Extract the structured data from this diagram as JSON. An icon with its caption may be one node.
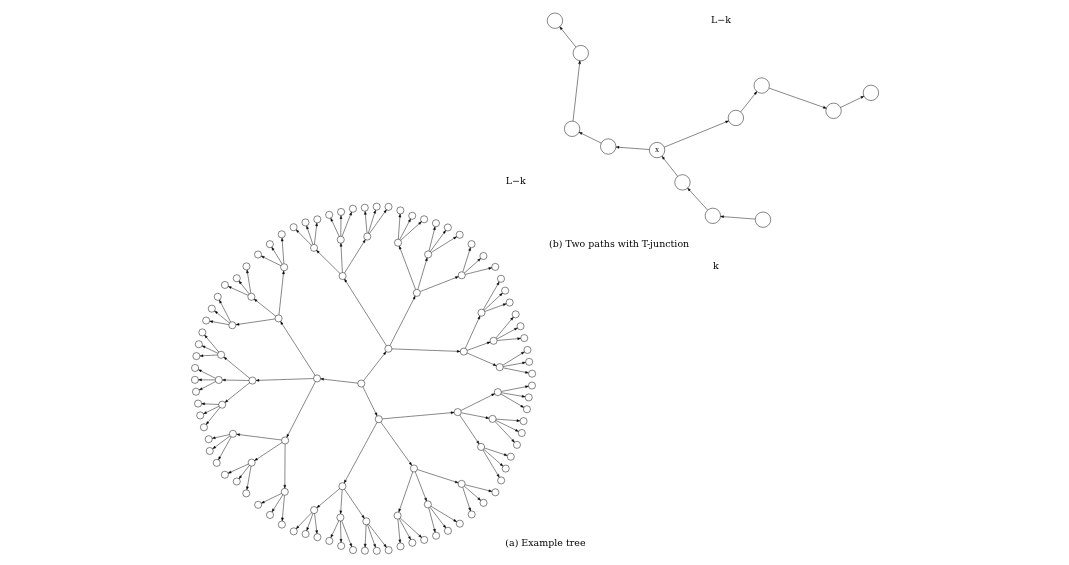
{
  "diagram": {
    "nodes": [
      {
        "text": [],
        "shape": "circle"
      },
      {
        "text": [],
        "shape": "circle"
      },
      {
        "text": [],
        "shape": "circle"
      },
      {
        "text": [],
        "shape": "circle"
      },
      {
        "text": [],
        "shape": "circle"
      },
      {
        "text": [],
        "shape": "circle"
      },
      {
        "text": [],
        "shape": "circle"
      },
      {
        "text": [],
        "shape": "circle"
      },
      {
        "text": [],
        "shape": "circle"
      },
      {
        "text": [],
        "shape": "circle"
      },
      {
        "text": [],
        "shape": "circle"
      },
      {
        "text": [],
        "shape": "circle"
      },
      {
        "text": [],
        "shape": "circle"
      },
      {
        "text": [],
        "shape": "circle"
      },
      {
        "text": [],
        "shape": "circle"
      },
      {
        "text": [],
        "shape": "circle"
      },
      {
        "text": [],
        "shape": "circle"
      },
      {
        "text": [],
        "shape": "circle"
      },
      {
        "text": [],
        "shape": "circle"
      },
      {
        "text": [],
        "shape": "circle"
      },
      {
        "text": [],
        "shape": "circle"
      },
      {
        "text": [],
        "shape": "circle"
      },
      {
        "text": [],
        "shape": "circle"
      },
      {
        "text": [],
        "shape": "circle"
      },
      {
        "text": [],
        "shape": "circle"
      },
      {
        "text": [],
        "shape": "circle"
      },
      {
        "text": [],
        "shape": "circle"
      },
      {
        "text": [],
        "shape": "circle"
      },
      {
        "text": [],
        "shape": "circle"
      },
      {
        "text": [],
        "shape": "circle"
      },
      {
        "text": [],
        "shape": "circle"
      },
      {
        "text": [],
        "shape": "circle"
      },
      {
        "text": [],
        "shape": "circle"
      },
      {
        "text": [],
        "shape": "circle"
      },
      {
        "text": [],
        "shape": "circle"
      },
      {
        "text": [],
        "shape": "circle"
      },
      {
        "text": [],
        "shape": "circle"
      },
      {
        "text": [],
        "shape": "circle"
      },
      {
        "text": [],
        "shape": "circle"
      },
      {
        "text": [],
        "shape": "circle"
      },
      {
        "text": [],
        "shape": "circle"
      },
      {
        "text": [],
        "shape": "circle"
      },
      {
        "text": [],
        "shape": "circle"
      },
      {
        "text": [],
        "shape": "circle"
      },
      {
        "text": [],
        "shape": "circle"
      },
      {
        "text": [],
        "shape": "circle"
      },
      {
        "text": [],
        "shape": "circle"
      },
      {
        "text": [],
        "shape": "circle"
      },
      {
        "text": [],
        "shape": "circle"
      },
      {
        "text": [],
        "shape": "circle"
      },
      {
        "text": [],
        "shape": "circle"
      },
      {
        "text": [],
        "shape": "circle"
      },
      {
        "text": [],
        "shape": "circle"
      },
      {
        "text": [],
        "shape": "circle"
      },
      {
        "text": [],
        "shape": "circle"
      },
      {
        "text": [],
        "shape": "circle"
      },
      {
        "text": [],
        "shape": "circle"
      },
      {
        "text": [],
        "shape": "circle"
      },
      {
        "text": [],
        "shape": "circle"
      },
      {
        "text": [],
        "shape": "circle"
      },
      {
        "text": [],
        "shape": "circle"
      },
      {
        "text": [],
        "shape": "circle"
      },
      {
        "text": [],
        "shape": "circle"
      },
      {
        "text": [],
        "shape": "circle"
      },
      {
        "text": [],
        "shape": "circle"
      },
      {
        "text": [],
        "shape": "circle"
      },
      {
        "text": [],
        "shape": "circle"
      },
      {
        "text": [],
        "shape": "circle"
      },
      {
        "text": [],
        "shape": "circle"
      },
      {
        "text": [],
        "shape": "circle"
      },
      {
        "text": [],
        "shape": "circle"
      },
      {
        "text": [],
        "shape": "circle"
      },
      {
        "text": [],
        "shape": "circle"
      },
      {
        "text": [],
        "shape": "circle"
      },
      {
        "text": [],
        "shape": "circle"
      },
      {
        "text": [],
        "shape": "circle"
      },
      {
        "text": [],
        "shape": "circle"
      },
      {
        "text": [],
        "shape": "circle"
      },
      {
        "text": [],
        "shape": "circle"
      },
      {
        "text": [],
        "shape": "circle"
      },
      {
        "text": [],
        "shape": "circle"
      },
      {
        "text": [],
        "shape": "circle"
      },
      {
        "text": [],
        "shape": "circle"
      },
      {
        "text": [],
        "shape": "circle"
      },
      {
        "text": [],
        "shape": "circle"
      },
      {
        "text": [],
        "shape": "circle"
      },
      {
        "text": [],
        "shape": "circle"
      },
      {
        "text": [],
        "shape": "circle"
      },
      {
        "text": [],
        "shape": "circle"
      },
      {
        "text": [],
        "shape": "circle"
      },
      {
        "text": [],
        "shape": "circle"
      },
      {
        "text": [],
        "shape": "circle"
      },
      {
        "text": [],
        "shape": "circle"
      },
      {
        "text": [],
        "shape": "circle"
      },
      {
        "text": [],
        "shape": "circle"
      },
      {
        "text": [],
        "shape": "circle"
      },
      {
        "text": [],
        "shape": "circle"
      },
      {
        "text": [],
        "shape": "circle"
      },
      {
        "text": [],
        "shape": "circle"
      },
      {
        "text": [],
        "shape": "circle"
      },
      {
        "text": [],
        "shape": "circle"
      },
      {
        "text": [],
        "shape": "circle"
      },
      {
        "text": [],
        "shape": "circle"
      },
      {
        "text": [],
        "shape": "circle"
      },
      {
        "text": [],
        "shape": "circle"
      },
      {
        "text": [],
        "shape": "circle"
      },
      {
        "text": [],
        "shape": "circle"
      },
      {
        "text": [],
        "shape": "circle"
      },
      {
        "text": [],
        "shape": "circle"
      },
      {
        "text": [],
        "shape": "circle"
      },
      {
        "text": [],
        "shape": "circle"
      },
      {
        "text": [],
        "shape": "circle"
      },
      {
        "text": [],
        "shape": "circle"
      },
      {
        "text": [],
        "shape": "circle"
      },
      {
        "text": [],
        "shape": "circle"
      },
      {
        "text": [],
        "shape": "circle"
      },
      {
        "text": [],
        "shape": "circle"
      },
      {
        "text": [],
        "shape": "circle"
      },
      {
        "text": [],
        "shape": "circle"
      },
      {
        "text": [],
        "shape": "circle"
      },
      {
        "text": [],
        "shape": "circle"
      },
      {
        "text": [],
        "shape": "circle"
      },
      {
        "text": [],
        "shape": "circle"
      },
      {
        "text": [],
        "shape": "circle"
      },
      {
        "text": [
          "x"
        ]
      },
      {
        "text": [],
        "shape": "circle"
      },
      {
        "text": [],
        "shape": "circle"
      },
      {
        "text": [],
        "shape": "circle"
      },
      {
        "text": [],
        "shape": "circle"
      },
      {
        "text": [],
        "shape": "circle"
      },
      {
        "text": [],
        "shape": "circle"
      },
      {
        "text": [],
        "shape": "circle"
      },
      {
        "text": [],
        "shape": "circle"
      }
    ],
    "edges": [
      {
        "from": 0,
        "to": 1,
        "arrow": "to"
      },
      {
        "from": 0,
        "to": 2,
        "arrow": "to"
      },
      {
        "from": 0,
        "to": 3,
        "arrow": "to"
      },
      {
        "from": 1,
        "to": 4,
        "arrow": "to"
      },
      {
        "from": 1,
        "to": 5,
        "arrow": "to"
      },
      {
        "from": 1,
        "to": 6,
        "arrow": "to"
      },
      {
        "from": 2,
        "to": 7,
        "arrow": "to"
      },
      {
        "from": 2,
        "to": 8,
        "arrow": "to"
      },
      {
        "from": 2,
        "to": 9,
        "arrow": "to"
      },
      {
        "from": 3,
        "to": 10,
        "arrow": "to"
      },
      {
        "from": 3,
        "to": 11,
        "arrow": "to"
      },
      {
        "from": 3,
        "to": 12,
        "arrow": "to"
      },
      {
        "from": 4,
        "to": 13,
        "arrow": "to"
      },
      {
        "from": 4,
        "to": 14,
        "arrow": "to"
      },
      {
        "from": 4,
        "to": 15,
        "arrow": "to"
      },
      {
        "from": 5,
        "to": 16,
        "arrow": "to"
      },
      {
        "from": 5,
        "to": 17,
        "arrow": "to"
      },
      {
        "from": 5,
        "to": 18,
        "arrow": "to"
      },
      {
        "from": 6,
        "to": 19,
        "arrow": "to"
      },
      {
        "from": 6,
        "to": 20,
        "arrow": "to"
      },
      {
        "from": 6,
        "to": 21,
        "arrow": "to"
      },
      {
        "from": 7,
        "to": 22,
        "arrow": "to"
      },
      {
        "from": 7,
        "to": 23,
        "arrow": "to"
      },
      {
        "from": 7,
        "to": 24,
        "arrow": "to"
      },
      {
        "from": 8,
        "to": 25,
        "arrow": "to"
      },
      {
        "from": 8,
        "to": 26,
        "arrow": "to"
      },
      {
        "from": 8,
        "to": 27,
        "arrow": "to"
      },
      {
        "from": 9,
        "to": 28,
        "arrow": "to"
      },
      {
        "from": 9,
        "to": 29,
        "arrow": "to"
      },
      {
        "from": 9,
        "to": 30,
        "arrow": "to"
      },
      {
        "from": 10,
        "to": 31,
        "arrow": "to"
      },
      {
        "from": 10,
        "to": 32,
        "arrow": "to"
      },
      {
        "from": 10,
        "to": 33,
        "arrow": "to"
      },
      {
        "from": 11,
        "to": 34,
        "arrow": "to"
      },
      {
        "from": 11,
        "to": 35,
        "arrow": "to"
      },
      {
        "from": 11,
        "to": 36,
        "arrow": "to"
      },
      {
        "from": 12,
        "to": 37,
        "arrow": "to"
      },
      {
        "from": 12,
        "to": 38,
        "arrow": "to"
      },
      {
        "from": 12,
        "to": 39,
        "arrow": "to"
      },
      {
        "from": 13,
        "to": 40,
        "arrow": "to"
      },
      {
        "from": 13,
        "to": 41,
        "arrow": "to"
      },
      {
        "from": 13,
        "to": 42,
        "arrow": "to"
      },
      {
        "from": 14,
        "to": 43,
        "arrow": "to"
      },
      {
        "from": 14,
        "to": 44,
        "arrow": "to"
      },
      {
        "from": 14,
        "to": 45,
        "arrow": "to"
      },
      {
        "from": 15,
        "to": 46,
        "arrow": "to"
      },
      {
        "from": 15,
        "to": 47,
        "arrow": "to"
      },
      {
        "from": 15,
        "to": 48,
        "arrow": "to"
      },
      {
        "from": 16,
        "to": 49,
        "arrow": "to"
      },
      {
        "from": 16,
        "to": 50,
        "arrow": "to"
      },
      {
        "from": 16,
        "to": 51,
        "arrow": "to"
      },
      {
        "from": 17,
        "to": 52,
        "arrow": "to"
      },
      {
        "from": 17,
        "to": 53,
        "arrow": "to"
      },
      {
        "from": 17,
        "to": 54,
        "arrow": "to"
      },
      {
        "from": 18,
        "to": 55,
        "arrow": "to"
      },
      {
        "from": 18,
        "to": 56,
        "arrow": "to"
      },
      {
        "from": 18,
        "to": 57,
        "arrow": "to"
      },
      {
        "from": 19,
        "to": 58,
        "arrow": "to"
      },
      {
        "from": 19,
        "to": 59,
        "arrow": "to"
      },
      {
        "from": 19,
        "to": 60,
        "arrow": "to"
      },
      {
        "from": 20,
        "to": 61,
        "arrow": "to"
      },
      {
        "from": 20,
        "to": 62,
        "arrow": "to"
      },
      {
        "from": 20,
        "to": 63,
        "arrow": "to"
      },
      {
        "from": 21,
        "to": 64,
        "arrow": "to"
      },
      {
        "from": 21,
        "to": 65,
        "arrow": "to"
      },
      {
        "from": 21,
        "to": 66,
        "arrow": "to"
      },
      {
        "from": 22,
        "to": 67,
        "arrow": "to"
      },
      {
        "from": 22,
        "to": 68,
        "arrow": "to"
      },
      {
        "from": 22,
        "to": 69,
        "arrow": "to"
      },
      {
        "from": 23,
        "to": 70,
        "arrow": "to"
      },
      {
        "from": 23,
        "to": 71,
        "arrow": "to"
      },
      {
        "from": 23,
        "to": 72,
        "arrow": "to"
      },
      {
        "from": 24,
        "to": 73,
        "arrow": "to"
      },
      {
        "from": 24,
        "to": 74,
        "arrow": "to"
      },
      {
        "from": 24,
        "to": 75,
        "arrow": "to"
      },
      {
        "from": 25,
        "to": 76,
        "arrow": "to"
      },
      {
        "from": 25,
        "to": 77,
        "arrow": "to"
      },
      {
        "from": 25,
        "to": 78,
        "arrow": "to"
      },
      {
        "from": 26,
        "to": 79,
        "arrow": "to"
      },
      {
        "from": 26,
        "to": 80,
        "arrow": "to"
      },
      {
        "from": 26,
        "to": 81,
        "arrow": "to"
      },
      {
        "from": 27,
        "to": 82,
        "arrow": "to"
      },
      {
        "from": 27,
        "to": 83,
        "arrow": "to"
      },
      {
        "from": 27,
        "to": 84,
        "arrow": "to"
      },
      {
        "from": 28,
        "to": 85,
        "arrow": "to"
      },
      {
        "from": 28,
        "to": 86,
        "arrow": "to"
      },
      {
        "from": 28,
        "to": 87,
        "arrow": "to"
      },
      {
        "from": 29,
        "to": 88,
        "arrow": "to"
      },
      {
        "from": 29,
        "to": 89,
        "arrow": "to"
      },
      {
        "from": 29,
        "to": 90,
        "arrow": "to"
      },
      {
        "from": 30,
        "to": 91,
        "arrow": "to"
      },
      {
        "from": 30,
        "to": 92,
        "arrow": "to"
      },
      {
        "from": 30,
        "to": 93,
        "arrow": "to"
      },
      {
        "from": 31,
        "to": 94,
        "arrow": "to"
      },
      {
        "from": 31,
        "to": 95,
        "arrow": "to"
      },
      {
        "from": 31,
        "to": 96,
        "arrow": "to"
      },
      {
        "from": 32,
        "to": 97,
        "arrow": "to"
      },
      {
        "from": 32,
        "to": 98,
        "arrow": "to"
      },
      {
        "from": 32,
        "to": 99,
        "arrow": "to"
      },
      {
        "from": 33,
        "to": 100,
        "arrow": "to"
      },
      {
        "from": 33,
        "to": 101,
        "arrow": "to"
      },
      {
        "from": 33,
        "to": 102,
        "arrow": "to"
      },
      {
        "from": 34,
        "to": 103,
        "arrow": "to"
      },
      {
        "from": 34,
        "to": 104,
        "arrow": "to"
      },
      {
        "from": 34,
        "to": 105,
        "arrow": "to"
      },
      {
        "from": 35,
        "to": 106,
        "arrow": "to"
      },
      {
        "from": 35,
        "to": 107,
        "arrow": "to"
      },
      {
        "from": 35,
        "to": 108,
        "arrow": "to"
      },
      {
        "from": 36,
        "to": 109,
        "arrow": "to"
      },
      {
        "from": 36,
        "to": 110,
        "arrow": "to"
      },
      {
        "from": 36,
        "to": 111,
        "arrow": "to"
      },
      {
        "from": 37,
        "to": 112,
        "arrow": "to"
      },
      {
        "from": 37,
        "to": 113,
        "arrow": "to"
      },
      {
        "from": 37,
        "to": 114,
        "arrow": "to"
      },
      {
        "from": 38,
        "to": 115,
        "arrow": "to"
      },
      {
        "from": 38,
        "to": 116,
        "arrow": "to"
      },
      {
        "from": 38,
        "to": 117,
        "arrow": "to"
      },
      {
        "from": 39,
        "to": 118,
        "arrow": "to"
      },
      {
        "from": 39,
        "to": 119,
        "arrow": "to"
      },
      {
        "from": 39,
        "to": 120,
        "arrow": "to"
      },
      {
        "from": 121,
        "to": 122,
        "arrow": "to"
      },
      {
        "from": 122,
        "to": 123,
        "arrow": "to"
      },
      {
        "from": 123,
        "to": 124,
        "arrow": "to"
      },
      {
        "from": 124,
        "to": 125,
        "arrow": "to"
      },
      {
        "from": 125,
        "to": 126,
        "arrow": "to"
      },
      {
        "from": 126,
        "to": 127,
        "arrow": "to"
      },
      {
        "from": 127,
        "to": 128,
        "arrow": "to"
      },
      {
        "from": 124,
        "to": 129,
        "arrow": "to"
      },
      {
        "from": 129,
        "to": 130,
        "arrow": "to"
      },
      {
        "from": 130,
        "to": 131,
        "arrow": "to"
      },
      {
        "from": 131,
        "to": 132,
        "arrow": "to"
      }
    ],
    "labels": [
      "k",
      "L−k",
      "L−k",
      "(a) Example tree",
      "(b) Two paths with T-junction"
    ]
  }
}
